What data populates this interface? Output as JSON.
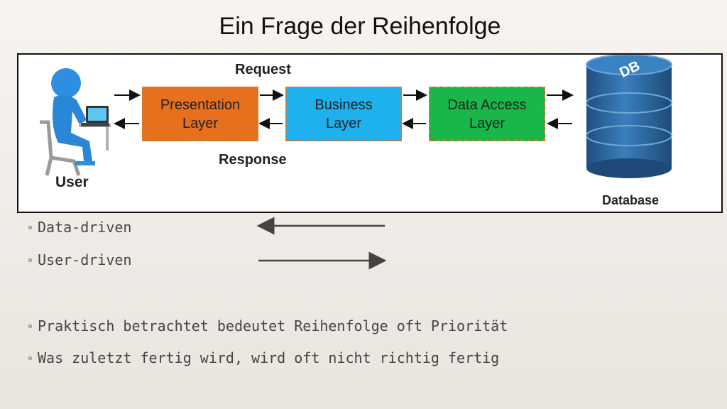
{
  "slide": {
    "title": "Ein Frage der Reihenfolge"
  },
  "diagram": {
    "request_label": "Request",
    "response_label": "Response",
    "user_label": "User",
    "database_label": "Database",
    "database_icon_text": "DB",
    "layers": [
      {
        "label": "Presentation\nLayer",
        "color": "#e6701e"
      },
      {
        "label": "Business\nLayer",
        "color": "#1eb1ee"
      },
      {
        "label": "Data Access\nLayer",
        "color": "#19b64a"
      }
    ]
  },
  "bullets": [
    {
      "text": "Data-driven",
      "arrow": "left"
    },
    {
      "text": "User-driven",
      "arrow": "right"
    },
    {
      "text": "Praktisch betrachtet bedeutet Reihenfolge oft Priorität"
    },
    {
      "text": "Was zuletzt fertig wird, wird oft nicht richtig fertig"
    }
  ],
  "colors": {
    "arrow": "#444444",
    "database": "#2f6fa6",
    "user_figure": "#2e8ee0"
  }
}
